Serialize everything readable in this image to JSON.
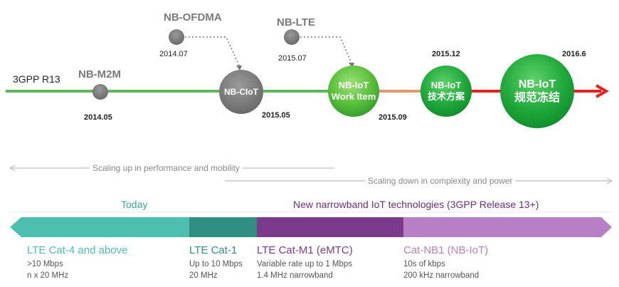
{
  "timeline": {
    "start_label": "3GPP R13",
    "milestones": [
      {
        "name": "NB-M2M",
        "date": "2014.05"
      },
      {
        "name": "NB-OFDMA",
        "date": "2014.07"
      },
      {
        "name": "NB-CIoT",
        "date": "2015.05"
      },
      {
        "name": "NB-LTE",
        "date": "2015.07"
      },
      {
        "line1": "NB-IoT",
        "line2": "Work Item",
        "date": "2015.09"
      },
      {
        "line1": "NB-IoT",
        "line2": "技术方案",
        "date": "2015.12"
      },
      {
        "line1": "NB-IoT",
        "line2": "规范冻结",
        "date": "2016.6"
      }
    ]
  },
  "scaling": {
    "up": "Scaling up in performance and mobility",
    "down": "Scaling down in complexity and power"
  },
  "bands": {
    "today": "Today",
    "new": "New narrowband IoT technologies (3GPP Release 13+)"
  },
  "technologies": [
    {
      "title": "LTE Cat-4 and above",
      "detail1": ">10 Mbps",
      "detail2": "n x 20 MHz",
      "color": "#4dbfb0"
    },
    {
      "title": "LTE Cat-1",
      "detail1": "Up to 10 Mbps",
      "detail2": "20 MHz",
      "color": "#2f8f80"
    },
    {
      "title": "LTE Cat-M1 (eMTC)",
      "detail1": "Variable rate up to 1 Mbps",
      "detail2": "1.4 MHz narrowband",
      "color": "#7b3a8c"
    },
    {
      "title": "Cat-NB1 (NB-IoT)",
      "detail1": "10s of kbps",
      "detail2": "200 kHz narrowband",
      "color": "#b87fc6"
    }
  ],
  "colors": {
    "timeline_green": "#5cb85c",
    "timeline_orange": "#e08a6a",
    "timeline_red": "#e82020",
    "grey_node": "#777777",
    "green_node": "#2ea82e",
    "today_text": "#3aa89a",
    "new_text": "#6d2d80"
  }
}
